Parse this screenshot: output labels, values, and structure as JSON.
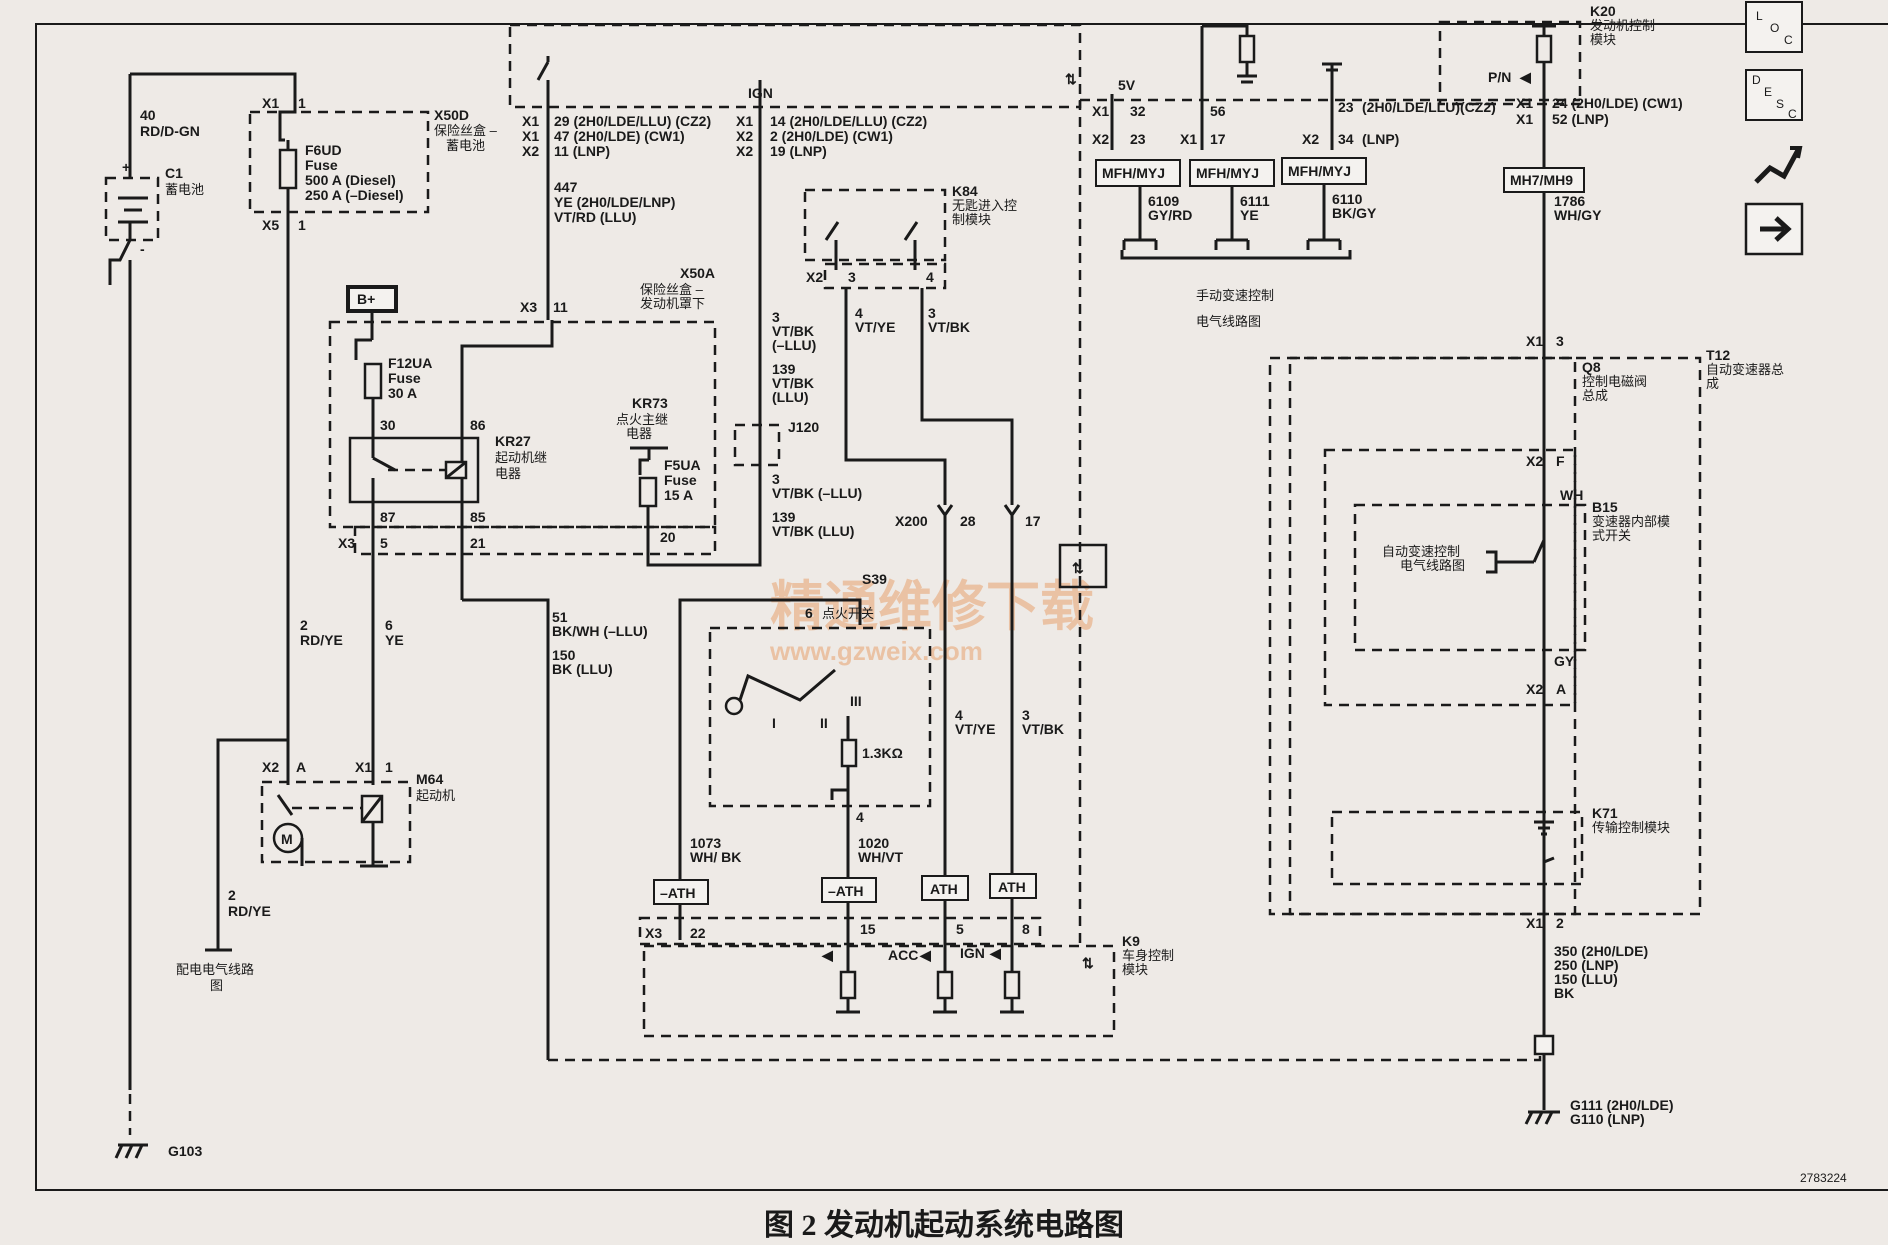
{
  "caption": "图 2 发动机起动系统电路图",
  "doc_number": "2783224",
  "watermark": {
    "line1": "精通维修下载",
    "line2": "www.gzweix.com"
  },
  "nav_icons": [
    "loc-icon",
    "desc-icon",
    "route-icon",
    "next-arrow-icon"
  ],
  "nav_loc_letters": [
    "L",
    "O",
    "C"
  ],
  "nav_desc_letters": [
    "D",
    "E",
    "S",
    "C"
  ],
  "battery": {
    "circuit": "40",
    "color": "RD/D-GN",
    "id": "C1",
    "name": "蓄电池",
    "plus": "+",
    "minus": "-"
  },
  "ground_g103": "G103",
  "x50d": {
    "id": "X50D",
    "name1": "保险丝盒 –",
    "name2": "蓄电池",
    "x1": "X1",
    "p1": "1",
    "x5": "X5",
    "p5": "1",
    "fuse_id": "F6UD",
    "fuse_word": "Fuse",
    "fuse_val1": "500 A (Diesel)",
    "fuse_val2": "250 A (–Diesel)"
  },
  "bplus": "B+",
  "x50a": {
    "id": "X50A",
    "name1": "保险丝盒 –",
    "name2": "发动机罩下",
    "x3": "X3",
    "p11": "11",
    "x3b": "X3",
    "p5": "5",
    "p21": "21",
    "p20": "20"
  },
  "f12ua": {
    "id": "F12UA",
    "word": "Fuse",
    "val": "30 A"
  },
  "kr27": {
    "id": "KR27",
    "name1": "起动机继",
    "name2": "电器",
    "p30": "30",
    "p86": "86",
    "p87": "87",
    "p85": "85"
  },
  "kr73": {
    "id": "KR73",
    "name1": "点火主继",
    "name2": "电器"
  },
  "f5ua": {
    "id": "F5UA",
    "word": "Fuse",
    "val": "15 A"
  },
  "j120": "J120",
  "starter": {
    "id": "M64",
    "name": "起动机",
    "x2": "X2",
    "pa": "A",
    "x1": "X1",
    "p1": "1",
    "m": "M"
  },
  "w_2rdye_a": {
    "n": "2",
    "c": "RD/YE"
  },
  "w_6ye": {
    "n": "6",
    "c": "YE"
  },
  "w_2rdye_b": {
    "n": "2",
    "c": "RD/YE"
  },
  "power_dist": {
    "l1": "配电电气线路",
    "l2": "图"
  },
  "ecm_left": {
    "x1a": "X1",
    "l1": "29 (2H0/LDE/LLU) (CZ2)",
    "x1b": "X1",
    "l2": "47 (2H0/LDE) (CW1)",
    "x2": "X2",
    "l3": "11 (LNP)"
  },
  "ign": "IGN",
  "ecm_mid": {
    "x1": "X1",
    "l1": "14 (2H0/LDE/LLU) (CZ2)",
    "x2a": "X2",
    "l2": "2 (2H0/LDE) (CW1)",
    "x2b": "X2",
    "l3": "19 (LNP)"
  },
  "w447": {
    "n": "447",
    "c1": "YE (2H0/LDE/LNP)",
    "c2": "VT/RD (LLU)"
  },
  "w3_vtbk": {
    "n": "3",
    "c1": "VT/BK",
    "c2": "(–LLU)"
  },
  "w139": {
    "n": "139",
    "c1": "VT/BK",
    "c2": "(LLU)"
  },
  "w3_vtbk2": {
    "n": "3",
    "c": "VT/BK (–LLU)"
  },
  "w139b": {
    "n": "139",
    "c": "VT/BK (LLU)"
  },
  "w51": {
    "n": "51",
    "c": "BK/WH (–LLU)"
  },
  "w150": {
    "n": "150",
    "c": "BK (LLU)"
  },
  "k84": {
    "id": "K84",
    "name1": "无匙进入控",
    "name2": "制模块",
    "x2": "X2",
    "p3": "3",
    "p4": "4"
  },
  "w4_vtye": {
    "n": "4",
    "c": "VT/YE"
  },
  "w3_vtbk3": {
    "n": "3",
    "c": "VT/BK"
  },
  "x200": {
    "id": "X200",
    "p28": "28",
    "p17": "17"
  },
  "w4_vtye2": {
    "n": "4",
    "c": "VT/YE"
  },
  "w3_vtbk4": {
    "n": "3",
    "c": "VT/BK"
  },
  "s39": {
    "id": "S39",
    "name": "点火开关",
    "p6": "6",
    "pos1": "I",
    "pos2": "II",
    "pos3": "III",
    "res": "1.3KΩ",
    "p4": "4"
  },
  "w1073": {
    "n": "1073",
    "c": "WH/ BK"
  },
  "w1020": {
    "n": "1020",
    "c": "WH/VT"
  },
  "ath": [
    "–ATH",
    "–ATH",
    "ATH",
    "ATH"
  ],
  "k9": {
    "id": "K9",
    "name1": "车身控制",
    "name2": "模块",
    "x3": "X3",
    "p22": "22",
    "p15": "15",
    "p5": "5",
    "p8": "8",
    "acc": "ACC",
    "ign": "IGN"
  },
  "manual_ctrl": {
    "v5": "5V",
    "x1": "X1",
    "p32": "32",
    "p56": "56",
    "p23": "23",
    "ver": "(2H0/LDE/LLU)(CZ2)",
    "x2": "X2",
    "p23b": "23",
    "x1b": "X1",
    "p17": "17",
    "x2b": "X2",
    "p34": "34",
    "lnp": "(LNP)",
    "mfh": [
      "MFH/MYJ",
      "MFH/MYJ",
      "MFH/MYJ"
    ],
    "w6109": {
      "n": "6109",
      "c": "GY/RD"
    },
    "w6111": {
      "n": "6111",
      "c": "YE"
    },
    "w6110": {
      "n": "6110",
      "c": "BK/GY"
    },
    "t1": "手动变速控制",
    "t2": "电气线路图"
  },
  "k20": {
    "id": "K20",
    "name1": "发动机控制",
    "name2": "模块",
    "pn": "P/N",
    "x1a": "X1",
    "l1": "24 (2H0/LDE) (CW1)",
    "x1b": "X1",
    "l2": "52 (LNP)"
  },
  "mh7": "MH7/MH9",
  "w1786": {
    "n": "1786",
    "c": "WH/GY"
  },
  "t12": {
    "id": "T12",
    "name1": "自动变速器总",
    "name2": "成",
    "x1": "X1",
    "p3": "3"
  },
  "q8": {
    "id": "Q8",
    "name1": "控制电磁阀",
    "name2": "总成",
    "x2": "X2",
    "pf": "F",
    "wh": "WH"
  },
  "b15": {
    "id": "B15",
    "name1": "变速器内部模",
    "name2": "式开关"
  },
  "auto_ctrl": {
    "l1": "自动变速控制",
    "l2": "电气线路图"
  },
  "gy": "GY",
  "x2a": {
    "x2": "X2",
    "pa": "A"
  },
  "k71": {
    "id": "K71",
    "name": "传输控制模块",
    "x1": "X1",
    "p2": "2"
  },
  "w350": {
    "l1": "350 (2H0/LDE)",
    "l2": "250 (LNP)",
    "l3": "150 (LLU)",
    "l4": "BK"
  },
  "g111": {
    "l1": "G111 (2H0/LDE)",
    "l2": "G110 (LNP)"
  }
}
